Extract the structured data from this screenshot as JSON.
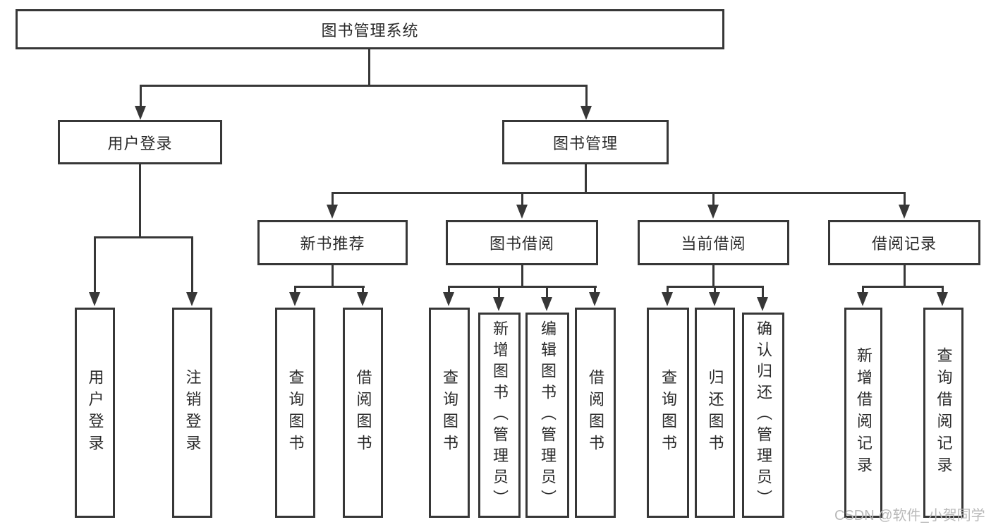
{
  "colors": {
    "line": "#373737",
    "text": "#2b2b2b",
    "watermark": "#b9b9b9",
    "background": "#ffffff"
  },
  "nodes": {
    "root": "图书管理系统",
    "user_login": "用户登录",
    "book_mgmt": "图书管理",
    "new_book_rec": "新书推荐",
    "book_borrow": "图书借阅",
    "current_borrow": "当前借阅",
    "borrow_records": "借阅记录",
    "leaf_user_login": "用户登录",
    "leaf_logout": "注销登录",
    "leaf_rec_query": "查询图书",
    "leaf_rec_borrow": "借阅图书",
    "leaf_bb_query": "查询图书",
    "leaf_bb_add": "新增图书（管理员）",
    "leaf_bb_edit": "编辑图书（管理员）",
    "leaf_bb_borrow": "借阅图书",
    "leaf_cb_query": "查询图书",
    "leaf_cb_return": "归还图书",
    "leaf_cb_confirm": "确认归还（管理员）",
    "leaf_br_add": "新增借阅记录",
    "leaf_br_query": "查询借阅记录"
  },
  "watermark": "CSDN @软件_小贺同学"
}
